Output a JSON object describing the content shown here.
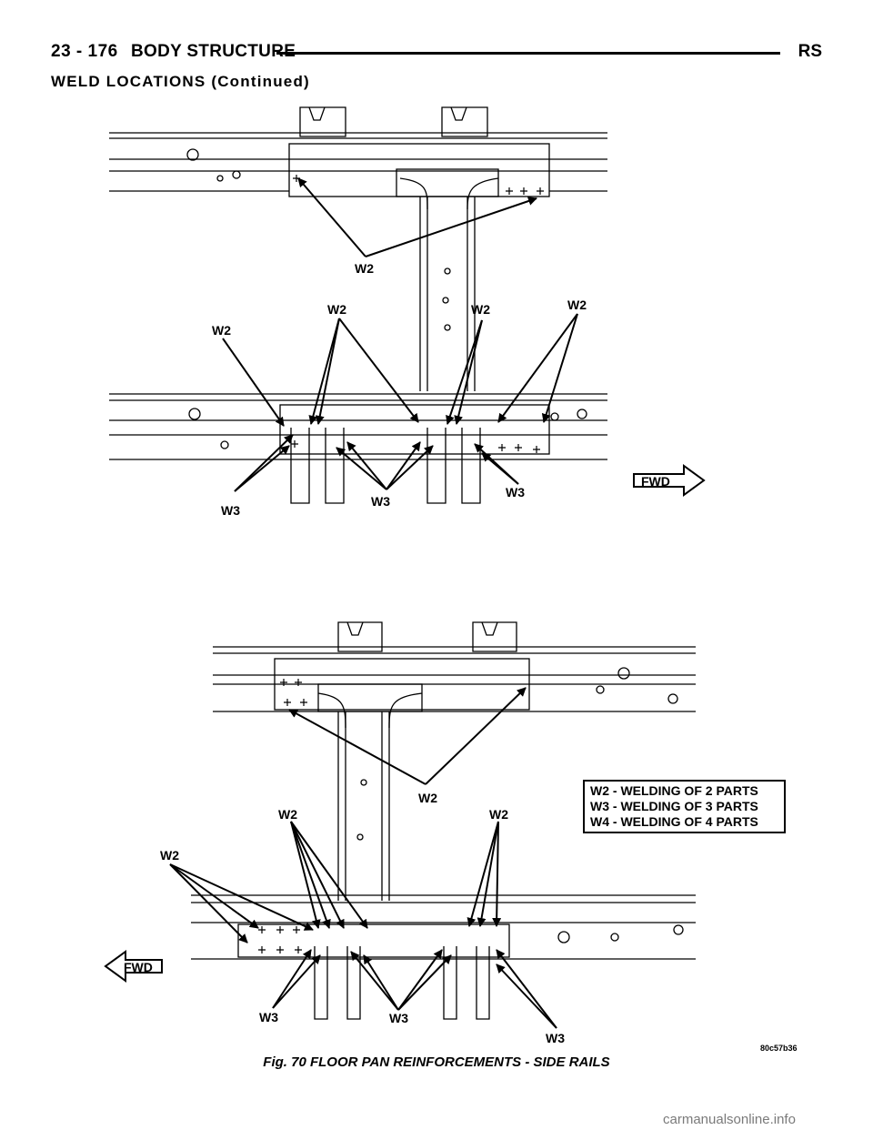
{
  "header": {
    "page_number": "23 - 176",
    "section": "BODY STRUCTURE",
    "model": "RS"
  },
  "subtitle": "WELD LOCATIONS (Continued)",
  "labels": {
    "w2": "W2",
    "w3": "W3",
    "fwd": "FWD"
  },
  "legend": {
    "items": [
      "W2 - WELDING OF 2 PARTS",
      "W3 - WELDING OF 3 PARTS",
      "W4 - WELDING OF 4 PARTS"
    ]
  },
  "figure": {
    "code": "80c57b36",
    "caption": "Fig. 70 FLOOR PAN REINFORCEMENTS - SIDE RAILS"
  },
  "footer": {
    "watermark": "carmanualsonline.info"
  }
}
